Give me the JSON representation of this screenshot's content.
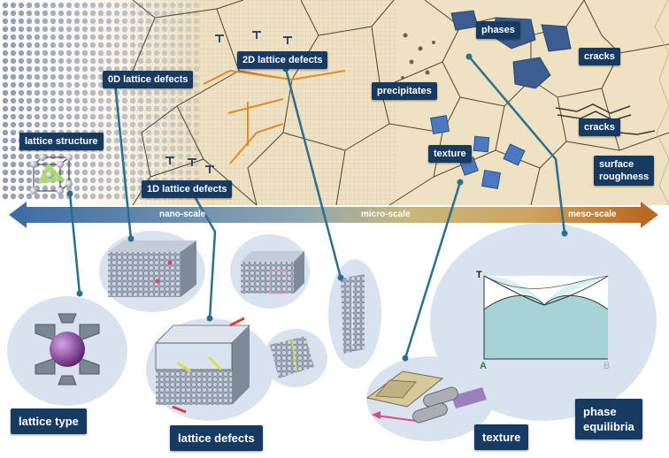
{
  "labels": {
    "od_defects": "0D lattice defects",
    "twod_defects": "2D lattice defects",
    "phases": "phases",
    "cracks_top": "cracks",
    "precipitates": "precipitates",
    "cracks_mid": "cracks",
    "lattice_structure": "lattice structure",
    "texture_top": "texture",
    "surface_roughness_line1": "surface",
    "surface_roughness_line2": "roughness",
    "oned_defects": "1D lattice defects",
    "lattice_type": "lattice type",
    "lattice_defects": "lattice defects",
    "texture_bottom": "texture",
    "phase_equilibria_line1": "phase",
    "phase_equilibria_line2": "equilibria"
  },
  "scale_bar": {
    "nano": "nano-scale",
    "micro": "micro-scale",
    "meso": "meso-scale"
  },
  "phase_diagram": {
    "t_axis": "T",
    "a_axis": "A",
    "b_axis": "B"
  },
  "colors": {
    "label_bg": "#173a63",
    "connector": "#2b6f8f",
    "blob": "#d9e3ef",
    "grain_bg": "#efe2c2",
    "phase_grain": "#3c5d8f",
    "orange_boundary": "#e28a2b"
  }
}
